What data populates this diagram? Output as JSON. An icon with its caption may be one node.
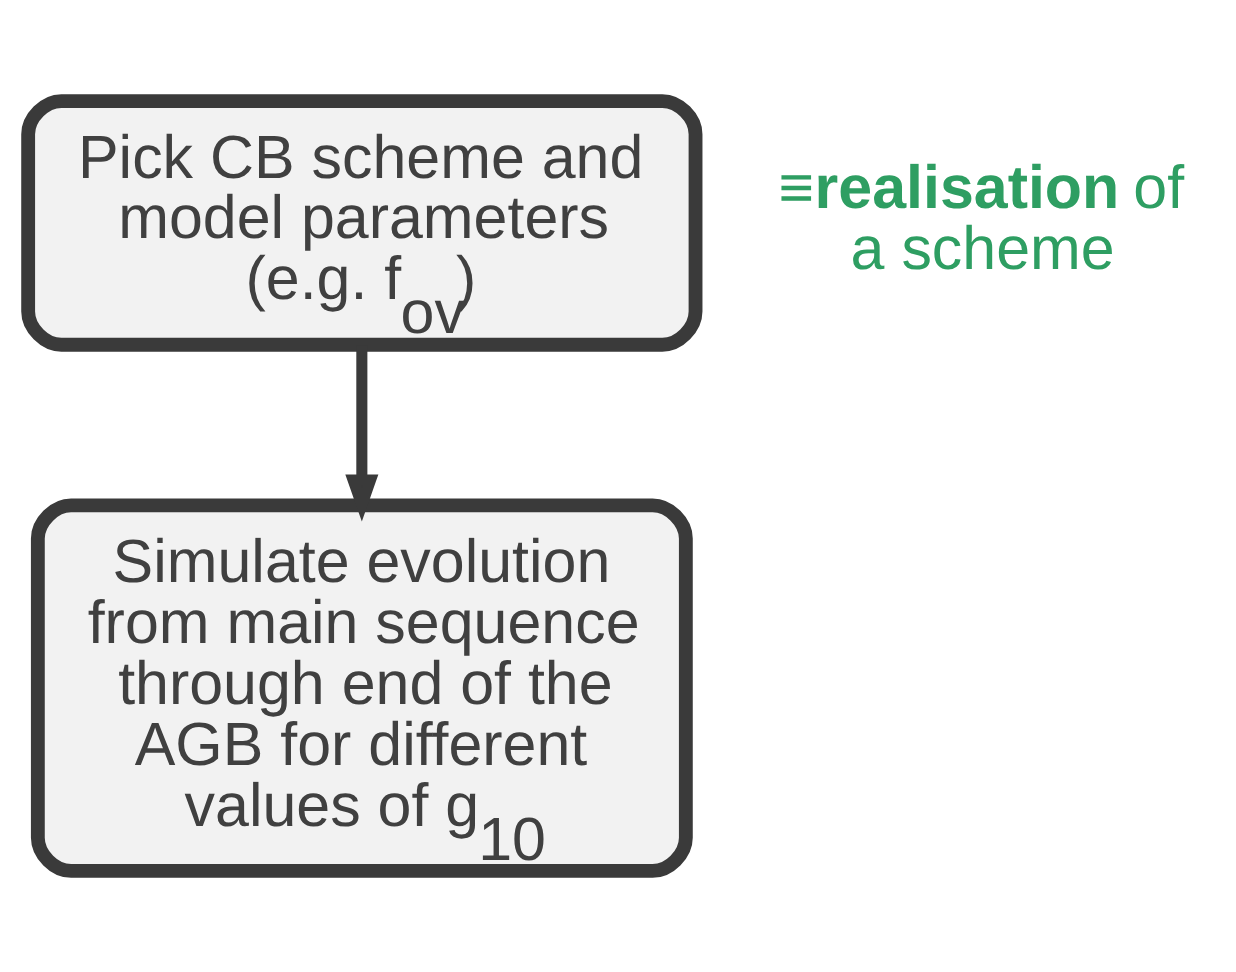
{
  "diagram": {
    "nodes": [
      {
        "text": [
          "Pick CB scheme and model parameters (e.g. f$_{ov}$)"
        ],
        "beside": [
          "≡**realisation** of a scheme"
        ]
      },
      {
        "text": [
          "Simulate evolution from main sequence through end of the AGB for different values of g$_{10}$"
        ]
      }
    ],
    "edges": [
      {
        "from": 0,
        "to": 1,
        "arrow": "to"
      }
    ]
  }
}
